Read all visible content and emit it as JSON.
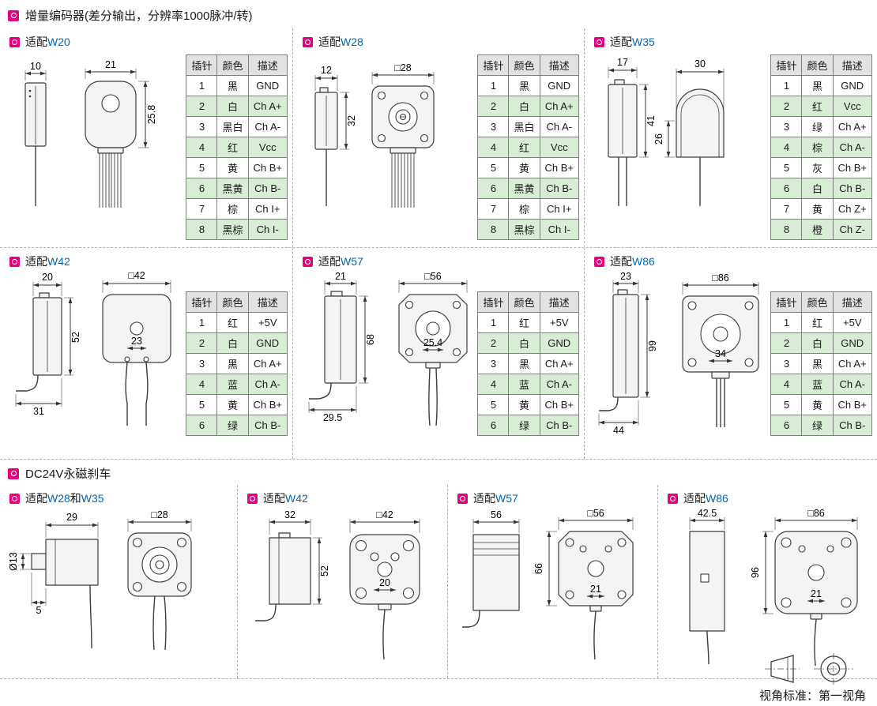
{
  "page": {
    "section1_title": "增量编码器(差分输出，分辨率1000脉冲/转)",
    "section2_title": "DC24V永磁刹车",
    "view_note": "视角标准：第一视角"
  },
  "labels": {
    "fit": "适配",
    "and": "和"
  },
  "table_headers": [
    "插针",
    "颜色",
    "描述"
  ],
  "encoders": [
    {
      "model": "W20",
      "dims": {
        "side_width": "10",
        "front_width": "21",
        "body_height": "25.8"
      },
      "table": [
        [
          "1",
          "黑",
          "GND"
        ],
        [
          "2",
          "白",
          "Ch A+"
        ],
        [
          "3",
          "黑白",
          "Ch A-"
        ],
        [
          "4",
          "红",
          "Vcc"
        ],
        [
          "5",
          "黄",
          "Ch B+"
        ],
        [
          "6",
          "黑黄",
          "Ch B-"
        ],
        [
          "7",
          "棕",
          "Ch I+"
        ],
        [
          "8",
          "黑棕",
          "Ch I-"
        ]
      ]
    },
    {
      "model": "W28",
      "dims": {
        "side_width": "12",
        "front_size": "□28",
        "body_height": "32"
      },
      "table": [
        [
          "1",
          "黑",
          "GND"
        ],
        [
          "2",
          "白",
          "Ch A+"
        ],
        [
          "3",
          "黑白",
          "Ch A-"
        ],
        [
          "4",
          "红",
          "Vcc"
        ],
        [
          "5",
          "黄",
          "Ch B+"
        ],
        [
          "6",
          "黑黄",
          "Ch B-"
        ],
        [
          "7",
          "棕",
          "Ch I+"
        ],
        [
          "8",
          "黑棕",
          "Ch I-"
        ]
      ]
    },
    {
      "model": "W35",
      "dims": {
        "side_width": "17",
        "front_width": "30",
        "side_height": "41",
        "front_height": "26"
      },
      "table": [
        [
          "1",
          "黑",
          "GND"
        ],
        [
          "2",
          "红",
          "Vcc"
        ],
        [
          "3",
          "绿",
          "Ch A+"
        ],
        [
          "4",
          "棕",
          "Ch A-"
        ],
        [
          "5",
          "灰",
          "Ch B+"
        ],
        [
          "6",
          "白",
          "Ch B-"
        ],
        [
          "7",
          "黄",
          "Ch Z+"
        ],
        [
          "8",
          "橙",
          "Ch Z-"
        ]
      ]
    },
    {
      "model": "W42",
      "dims": {
        "side_width": "20",
        "front_size": "□42",
        "side_height": "52",
        "pin_pitch": "23",
        "depth": "31"
      },
      "table": [
        [
          "1",
          "红",
          "+5V"
        ],
        [
          "2",
          "白",
          "GND"
        ],
        [
          "3",
          "黑",
          "Ch A+"
        ],
        [
          "4",
          "蓝",
          "Ch A-"
        ],
        [
          "5",
          "黄",
          "Ch B+"
        ],
        [
          "6",
          "绿",
          "Ch B-"
        ]
      ]
    },
    {
      "model": "W57",
      "dims": {
        "side_width": "21",
        "front_size": "□56",
        "side_height": "68",
        "pin_pitch": "25.4",
        "depth": "29.5"
      },
      "table": [
        [
          "1",
          "红",
          "+5V"
        ],
        [
          "2",
          "白",
          "GND"
        ],
        [
          "3",
          "黑",
          "Ch A+"
        ],
        [
          "4",
          "蓝",
          "Ch A-"
        ],
        [
          "5",
          "黄",
          "Ch B+"
        ],
        [
          "6",
          "绿",
          "Ch B-"
        ]
      ]
    },
    {
      "model": "W86",
      "dims": {
        "side_width": "23",
        "front_size": "□86",
        "side_height": "99",
        "pin_pitch": "34",
        "depth": "44"
      },
      "table": [
        [
          "1",
          "红",
          "+5V"
        ],
        [
          "2",
          "白",
          "GND"
        ],
        [
          "3",
          "黑",
          "Ch A+"
        ],
        [
          "4",
          "蓝",
          "Ch A-"
        ],
        [
          "5",
          "黄",
          "Ch B+"
        ],
        [
          "6",
          "绿",
          "Ch B-"
        ]
      ]
    }
  ],
  "brakes": [
    {
      "models": [
        "W28",
        "W35"
      ],
      "dims": {
        "side_width": "29",
        "front_size": "□28",
        "shaft_dia": "Ø13",
        "flange": "5"
      }
    },
    {
      "models": [
        "W42"
      ],
      "dims": {
        "side_width": "32",
        "front_size": "□42",
        "height": "52",
        "pin_pitch": "20"
      }
    },
    {
      "models": [
        "W57"
      ],
      "dims": {
        "side_width": "56",
        "front_size": "□56",
        "height": "66",
        "pin_pitch": "21"
      }
    },
    {
      "models": [
        "W86"
      ],
      "dims": {
        "side_width": "42.5",
        "front_size": "□86",
        "height": "96",
        "pin_pitch": "21"
      }
    }
  ]
}
